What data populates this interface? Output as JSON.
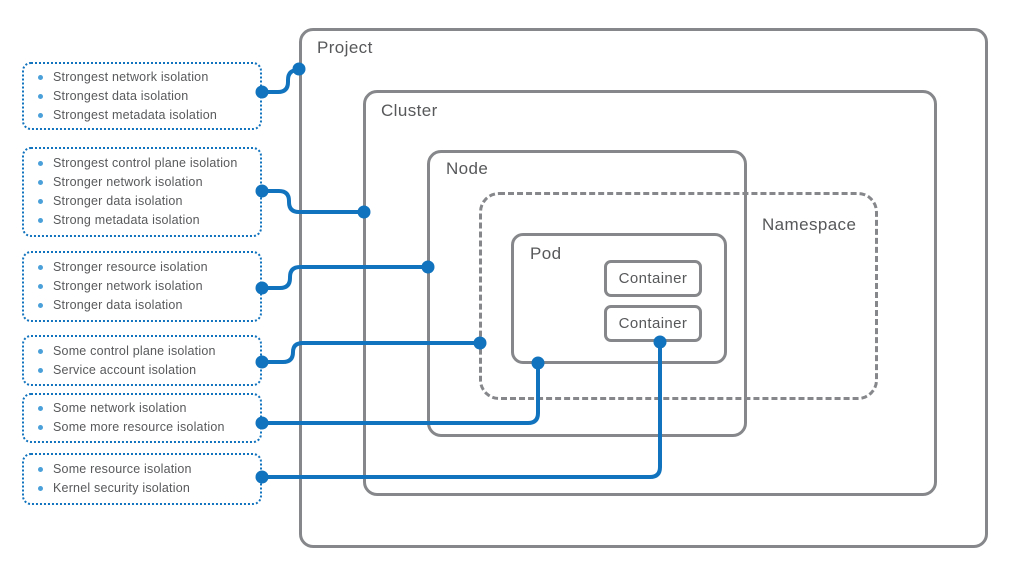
{
  "diagram": {
    "boxes": {
      "project": {
        "label": "Project"
      },
      "cluster": {
        "label": "Cluster"
      },
      "node": {
        "label": "Node"
      },
      "namespace": {
        "label": "Namespace"
      },
      "pod": {
        "label": "Pod"
      },
      "container1": {
        "label": "Container"
      },
      "container2": {
        "label": "Container"
      }
    },
    "callouts": [
      {
        "target": "project",
        "items": [
          "Strongest network isolation",
          "Strongest data isolation",
          "Strongest metadata isolation"
        ]
      },
      {
        "target": "cluster",
        "items": [
          "Strongest control plane isolation",
          "Stronger network isolation",
          "Stronger data isolation",
          "Strong metadata isolation"
        ]
      },
      {
        "target": "node",
        "items": [
          "Stronger resource isolation",
          "Stronger network isolation",
          "Stronger data isolation"
        ]
      },
      {
        "target": "namespace",
        "items": [
          "Some control plane isolation",
          "Service account isolation"
        ]
      },
      {
        "target": "pod",
        "items": [
          "Some network isolation",
          "Some more resource isolation"
        ]
      },
      {
        "target": "container",
        "items": [
          "Some resource isolation",
          "Kernel security isolation"
        ]
      }
    ],
    "colors": {
      "connector_blue": "#1173bd",
      "bullet_blue": "#4aa0d8",
      "border_gray": "#85878a",
      "text_gray": "#58595b"
    }
  }
}
